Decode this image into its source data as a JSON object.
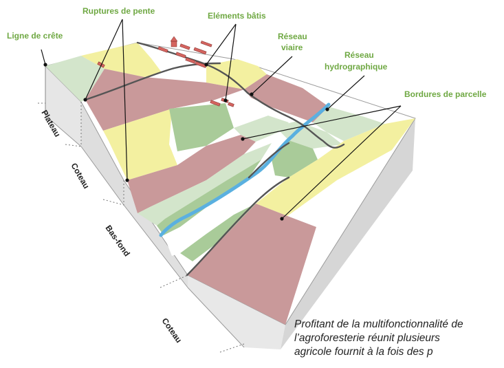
{
  "labels": {
    "ruptures_de_pente": "Ruptures de pente",
    "ligne_de_crete": "Ligne de crête",
    "elements_batis": "Eléments bâtis",
    "reseau_viaire_line1": "Réseau",
    "reseau_viaire_line2": "viaire",
    "reseau_hydro_line1": "Réseau",
    "reseau_hydro_line2": "hydrographique",
    "bordures_de_parcelle": "Bordures de parcelle"
  },
  "zones": {
    "plateau": "Plateau",
    "coteau_1": "Coteau",
    "bas_fond": "Bas-fond",
    "coteau_2": "Coteau"
  },
  "caption": {
    "line1": "Profitant de la multifonctionnalité de",
    "line2": "l’agroforesterie réunit plusieurs",
    "line3": "agricole fournit à la fois des p"
  },
  "colors": {
    "label_green": "#6fa843",
    "parcel_red": "#c9999a",
    "parcel_yellow": "#f3f0a0",
    "parcel_green": "#a9cb99",
    "parcel_light_green": "#d3e5cb",
    "river_blue": "#5ab0e0",
    "road_gray": "#555555",
    "block_side": "#e4e4e4",
    "building_red": "#d4645f"
  }
}
